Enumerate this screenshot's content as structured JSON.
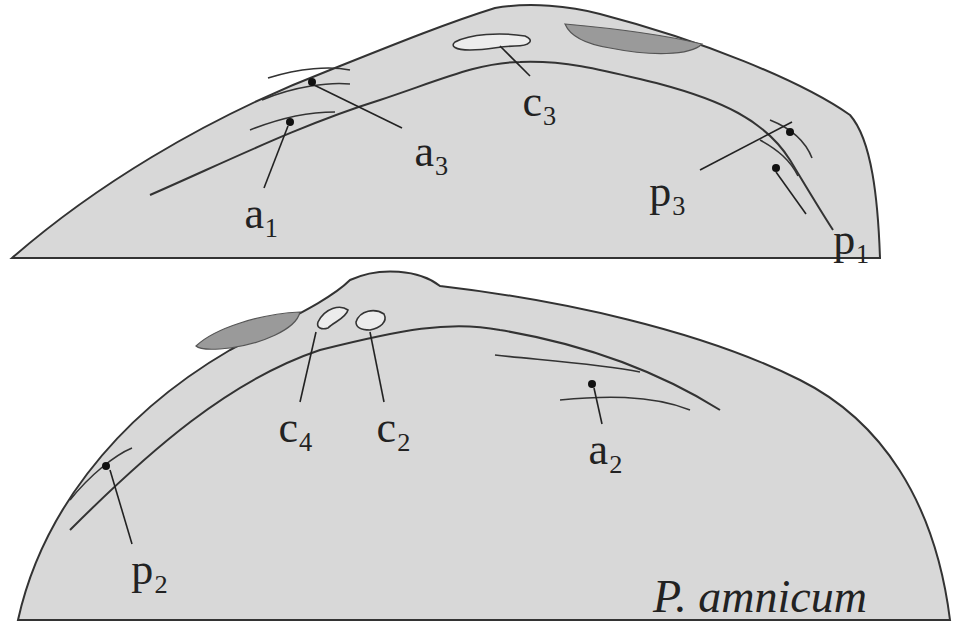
{
  "diagram": {
    "labels": [
      "a₁",
      "a₃",
      "c₃",
      "p₃",
      "p₁",
      "c₄",
      "c₂",
      "a₂",
      "p₂",
      "P. amnicum"
    ]
  }
}
